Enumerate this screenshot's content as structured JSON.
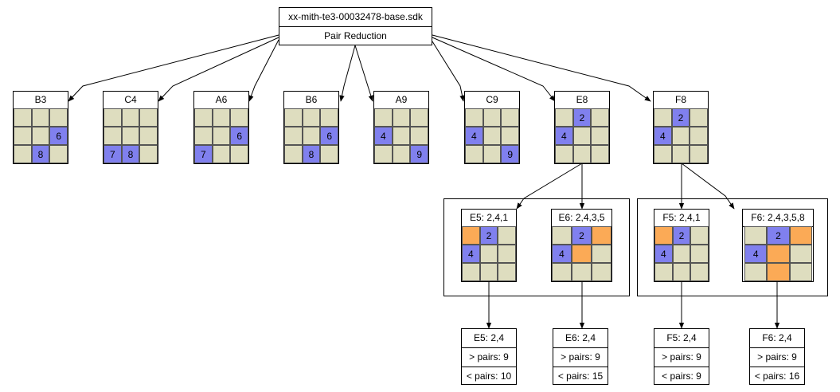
{
  "root": {
    "file": "xx-mith-te3-00032478-base.sdk",
    "method": "Pair Reduction"
  },
  "boxes": [
    {
      "label": "B3",
      "cells": [
        "",
        "",
        "",
        "",
        "",
        "6",
        "",
        "8",
        ""
      ]
    },
    {
      "label": "C4",
      "cells": [
        "",
        "",
        "",
        "",
        "",
        "",
        "7",
        "8",
        ""
      ]
    },
    {
      "label": "A6",
      "cells": [
        "",
        "",
        "",
        "",
        "",
        "6",
        "7",
        "",
        ""
      ]
    },
    {
      "label": "B6",
      "cells": [
        "",
        "",
        "",
        "",
        "",
        "6",
        "",
        "8",
        ""
      ]
    },
    {
      "label": "A9",
      "cells": [
        "",
        "",
        "",
        "4",
        "",
        "",
        "",
        "",
        "9"
      ]
    },
    {
      "label": "C9",
      "cells": [
        "",
        "",
        "",
        "4",
        "",
        "",
        "",
        "",
        "9"
      ]
    },
    {
      "label": "E8",
      "cells": [
        "",
        "2",
        "",
        "4",
        "",
        "",
        "",
        "",
        ""
      ]
    },
    {
      "label": "F8",
      "cells": [
        "",
        "2",
        "",
        "4",
        "",
        "",
        "",
        "",
        ""
      ]
    }
  ],
  "candidates": [
    {
      "label": "E5: 2,4,1",
      "cells": [
        "",
        "2",
        "",
        "4",
        "",
        "",
        "",
        "",
        ""
      ],
      "highlight": [
        0
      ]
    },
    {
      "label": "E6: 2,4,3,5",
      "cells": [
        "",
        "2",
        "",
        "4",
        "",
        "",
        "",
        "",
        ""
      ],
      "highlight": [
        2,
        4
      ]
    },
    {
      "label": "F5: 2,4,1",
      "cells": [
        "",
        "2",
        "",
        "4",
        "",
        "",
        "",
        "",
        ""
      ],
      "highlight": [
        0
      ]
    },
    {
      "label": "F6: 2,4,3,5,8",
      "cells": [
        "",
        "2",
        "",
        "4",
        "",
        "",
        "",
        "",
        ""
      ],
      "highlight": [
        2,
        4,
        7
      ]
    }
  ],
  "results": [
    {
      "title": "E5: 2,4",
      "gt": "> pairs: 9",
      "lt": "< pairs: 10"
    },
    {
      "title": "E6: 2,4",
      "gt": "> pairs: 9",
      "lt": "< pairs: 15"
    },
    {
      "title": "F5: 2,4",
      "gt": "> pairs: 9",
      "lt": "< pairs: 9"
    },
    {
      "title": "F6: 2,4",
      "gt": "> pairs: 9",
      "lt": "< pairs: 16"
    }
  ]
}
